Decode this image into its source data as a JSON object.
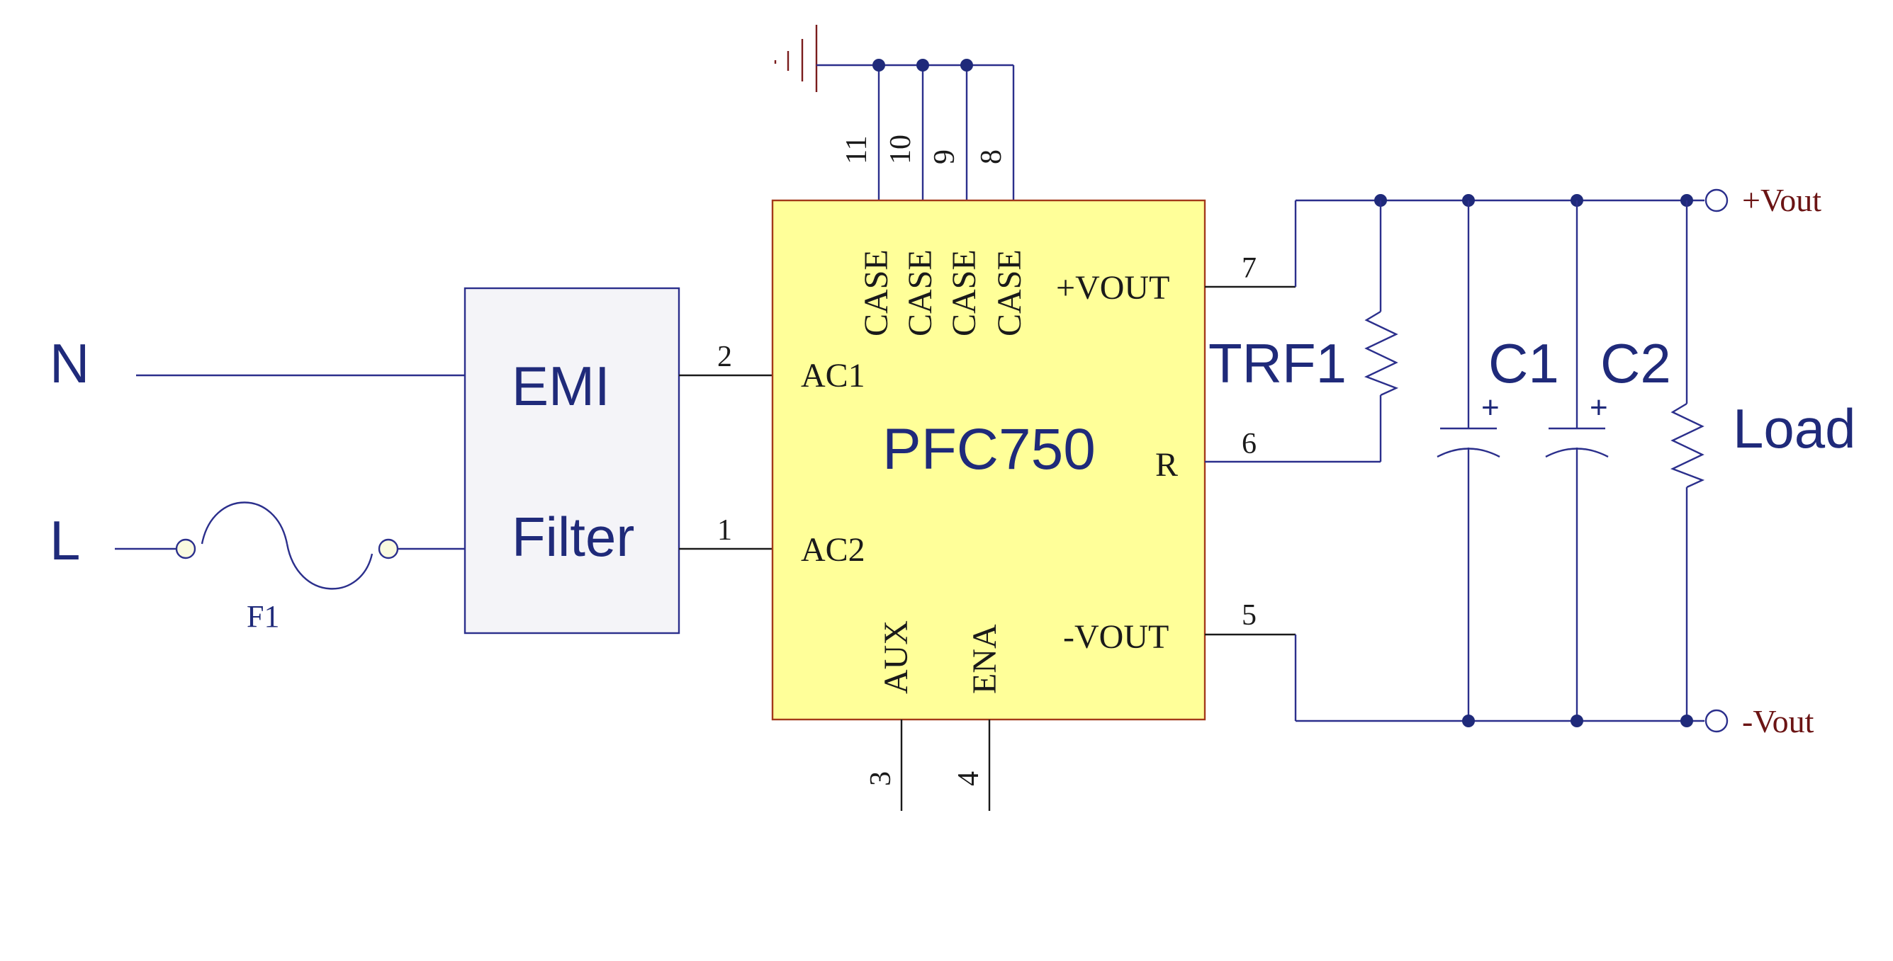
{
  "inputs": {
    "neutral": "N",
    "line": "L"
  },
  "fuse": {
    "ref": "F1"
  },
  "emi_filter": {
    "line1": "EMI",
    "line2": "Filter"
  },
  "ic": {
    "name": "PFC750",
    "pins": {
      "ac1": {
        "num": "2",
        "label": "AC1"
      },
      "ac2": {
        "num": "1",
        "label": "AC2"
      },
      "aux": {
        "num": "3",
        "label": "AUX"
      },
      "ena": {
        "num": "4",
        "label": "ENA"
      },
      "vout_pos": {
        "num": "7",
        "label": "+VOUT"
      },
      "r": {
        "num": "6",
        "label": "R"
      },
      "vout_neg": {
        "num": "5",
        "label": "-VOUT"
      },
      "case": [
        {
          "num": "11",
          "label": "CASE"
        },
        {
          "num": "10",
          "label": "CASE"
        },
        {
          "num": "9",
          "label": "CASE"
        },
        {
          "num": "8",
          "label": "CASE"
        }
      ]
    }
  },
  "components": {
    "trf": "TRF1",
    "c1": "C1",
    "c2": "C2",
    "c_polarity": "+",
    "load": "Load"
  },
  "outputs": {
    "positive": "+Vout",
    "negative": "-Vout"
  },
  "colors": {
    "wire": "#2b2f8c",
    "ic_fill": "#ffff99",
    "ic_border": "#a33a1a",
    "filter_fill": "#f4f4f8",
    "ground": "#7a1c1c",
    "label_blue": "#1f2a7a"
  }
}
